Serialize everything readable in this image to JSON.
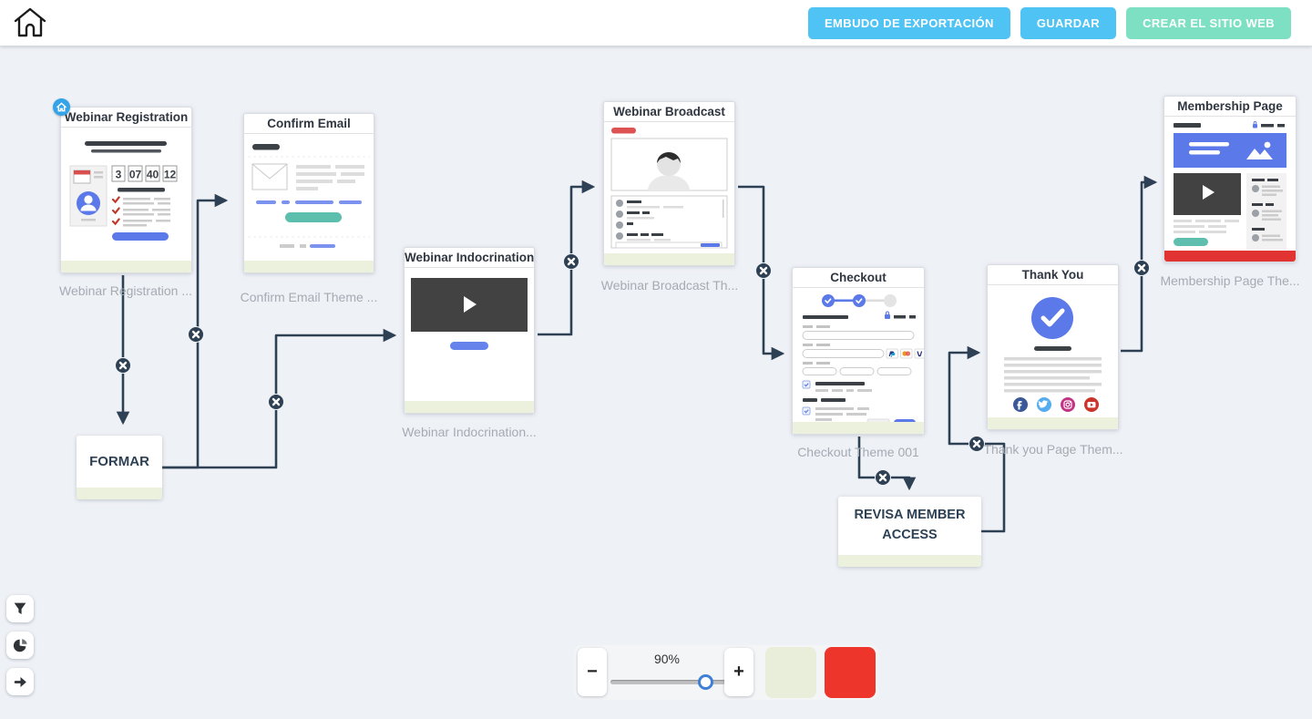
{
  "header": {
    "buttons": [
      {
        "label": "EMBUDO DE EXPORTACIÓN",
        "style": "blue"
      },
      {
        "label": "GUARDAR",
        "style": "blue"
      },
      {
        "label": "CREAR EL SITIO WEB",
        "style": "green"
      }
    ]
  },
  "canvas": {
    "pages": [
      {
        "title": "Webinar Registration",
        "caption": "Webinar Registration ...",
        "countdown": [
          "3",
          "07",
          "40",
          "12"
        ],
        "has_home_badge": true
      },
      {
        "title": "Confirm Email",
        "caption": "Confirm Email Theme ..."
      },
      {
        "title": "Webinar Indocrination",
        "caption": "Webinar Indocrination..."
      },
      {
        "title": "Webinar Broadcast",
        "caption": "Webinar Broadcast Th..."
      },
      {
        "title": "Checkout",
        "caption": "Checkout Theme 001"
      },
      {
        "title": "Thank You",
        "caption": "Thank you Page Them..."
      },
      {
        "title": "Membership Page",
        "caption": "Membership Page The..."
      }
    ],
    "actions": [
      {
        "label": "FORMAR"
      },
      {
        "label": "REVISA MEMBER ACCESS"
      }
    ],
    "connection_count": 8
  },
  "zoom_control": {
    "level": "90%",
    "minus_label": "−",
    "plus_label": "+"
  },
  "tools": [
    {
      "icon": "filter-icon"
    },
    {
      "icon": "pie-chart-icon"
    },
    {
      "icon": "arrow-right-icon"
    }
  ],
  "colors": {
    "background": "#eef1f6",
    "button_blue": "#4ec3f4",
    "button_green": "#7ee0c3",
    "connector": "#2e4154",
    "card_strip": "#ecf1de",
    "thumb_accent_blue": "#5b79e8",
    "thumb_teal": "#5cbfae",
    "thumb_red": "#e23333",
    "swatch_green": "#e9eedb",
    "swatch_red": "#ee352c"
  }
}
